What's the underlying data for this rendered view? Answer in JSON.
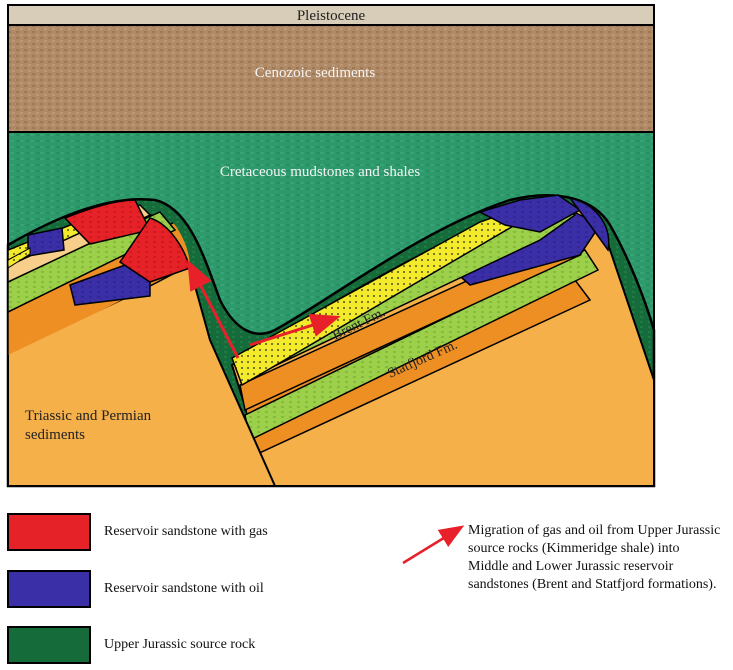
{
  "labels": {
    "pleistocene": "Pleistocene",
    "cenozoic": "Cenozoic sediments",
    "cretaceous": "Cretaceous mudstones and shales",
    "brent": "Brent Fm.",
    "statfjord": "Statfjord Fm.",
    "triassic_line1": "Triassic and Permian",
    "triassic_line2": "sediments"
  },
  "legend": {
    "gas": "Reservoir sandstone with gas",
    "oil": "Reservoir sandstone with oil",
    "source": "Upper Jurassic source rock",
    "migration": "Migration of gas and oil from Upper Jurassic source rocks (Kimmeridge shale) into Middle and Lower Jurassic reservoir sandstones (Brent and Statfjord formations)."
  },
  "colors": {
    "pleistocene": "#d8cdb8",
    "cenozoic": "#b08a66",
    "cretaceous": "#2e9a6c",
    "source_rock": "#156b3a",
    "gas": "#e52227",
    "oil": "#3a2fa6",
    "triassic": "#f6b04a",
    "dark_orange": "#ee8f24",
    "pale_orange": "#f8cf8a",
    "green_band": "#9ccf4a",
    "brent_yellow": "#f2ea2a",
    "arrow": "#e8202a"
  }
}
